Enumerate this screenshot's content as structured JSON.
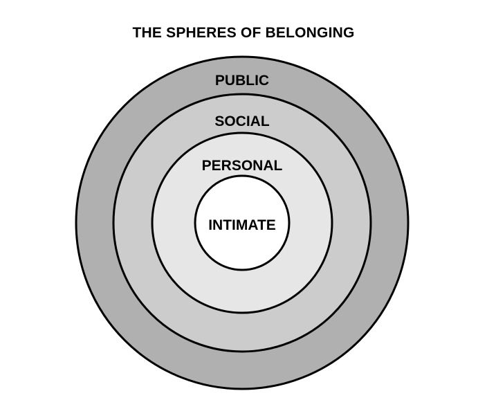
{
  "title": "THE SPHERES OF BELONGING",
  "spheres": [
    {
      "label": "PUBLIC",
      "fill": "#b0b0b0"
    },
    {
      "label": "SOCIAL",
      "fill": "#cccccc"
    },
    {
      "label": "PERSONAL",
      "fill": "#e6e6e6"
    },
    {
      "label": "INTIMATE",
      "fill": "#ffffff"
    }
  ],
  "outline_color": "#000000"
}
